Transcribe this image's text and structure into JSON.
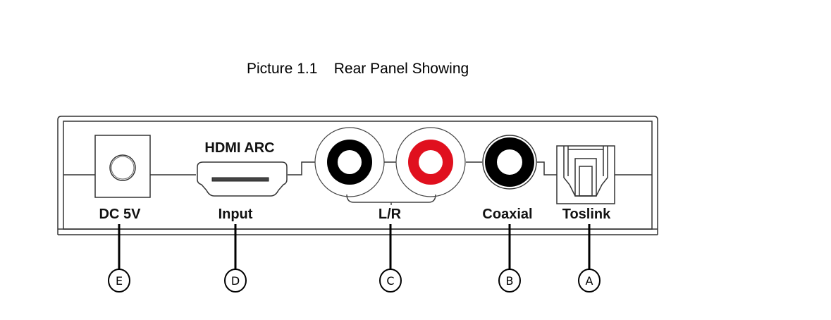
{
  "caption": "Picture 1.1    Rear Panel Showing",
  "ports": [
    {
      "id": "E",
      "label": "DC 5V",
      "top_label": ""
    },
    {
      "id": "D",
      "label": "Input",
      "top_label": "HDMI ARC"
    },
    {
      "id": "C",
      "label": "L/R",
      "top_label": ""
    },
    {
      "id": "B",
      "label": "Coaxial",
      "top_label": ""
    },
    {
      "id": "A",
      "label": "Toslink",
      "top_label": ""
    }
  ],
  "colors": {
    "rca_left": "#000000",
    "rca_right": "#e0101e",
    "coaxial": "#000000"
  }
}
